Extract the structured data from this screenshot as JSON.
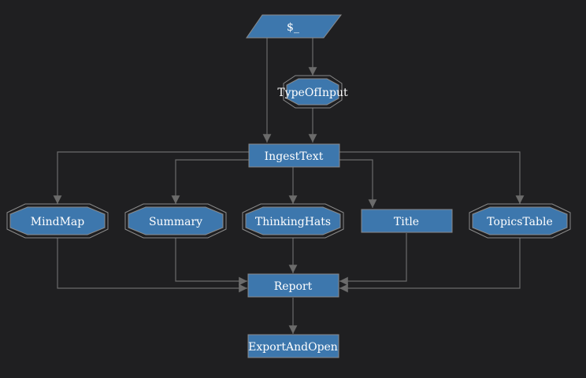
{
  "colors": {
    "background": "#1f1f21",
    "node_fill": "#3d77ad",
    "node_border": "#8a8a8a",
    "edge": "#6b6b6b",
    "label": "#ffffff"
  },
  "nodes": {
    "input": {
      "label": "$_",
      "shape": "parallelogram"
    },
    "type_of_input": {
      "label": "TypeOfInput",
      "shape": "double-octagon"
    },
    "ingest_text": {
      "label": "IngestText",
      "shape": "box"
    },
    "mind_map": {
      "label": "MindMap",
      "shape": "double-octagon"
    },
    "summary": {
      "label": "Summary",
      "shape": "double-octagon"
    },
    "thinking_hats": {
      "label": "ThinkingHats",
      "shape": "double-octagon"
    },
    "title": {
      "label": "Title",
      "shape": "box"
    },
    "topics_table": {
      "label": "TopicsTable",
      "shape": "double-octagon"
    },
    "report": {
      "label": "Report",
      "shape": "box"
    },
    "export_and_open": {
      "label": "ExportAndOpen",
      "shape": "box"
    }
  },
  "edges": [
    [
      "input",
      "type_of_input"
    ],
    [
      "input",
      "ingest_text"
    ],
    [
      "type_of_input",
      "ingest_text"
    ],
    [
      "ingest_text",
      "mind_map"
    ],
    [
      "ingest_text",
      "summary"
    ],
    [
      "ingest_text",
      "thinking_hats"
    ],
    [
      "ingest_text",
      "title"
    ],
    [
      "ingest_text",
      "topics_table"
    ],
    [
      "mind_map",
      "report"
    ],
    [
      "summary",
      "report"
    ],
    [
      "thinking_hats",
      "report"
    ],
    [
      "title",
      "report"
    ],
    [
      "topics_table",
      "report"
    ],
    [
      "report",
      "export_and_open"
    ]
  ]
}
